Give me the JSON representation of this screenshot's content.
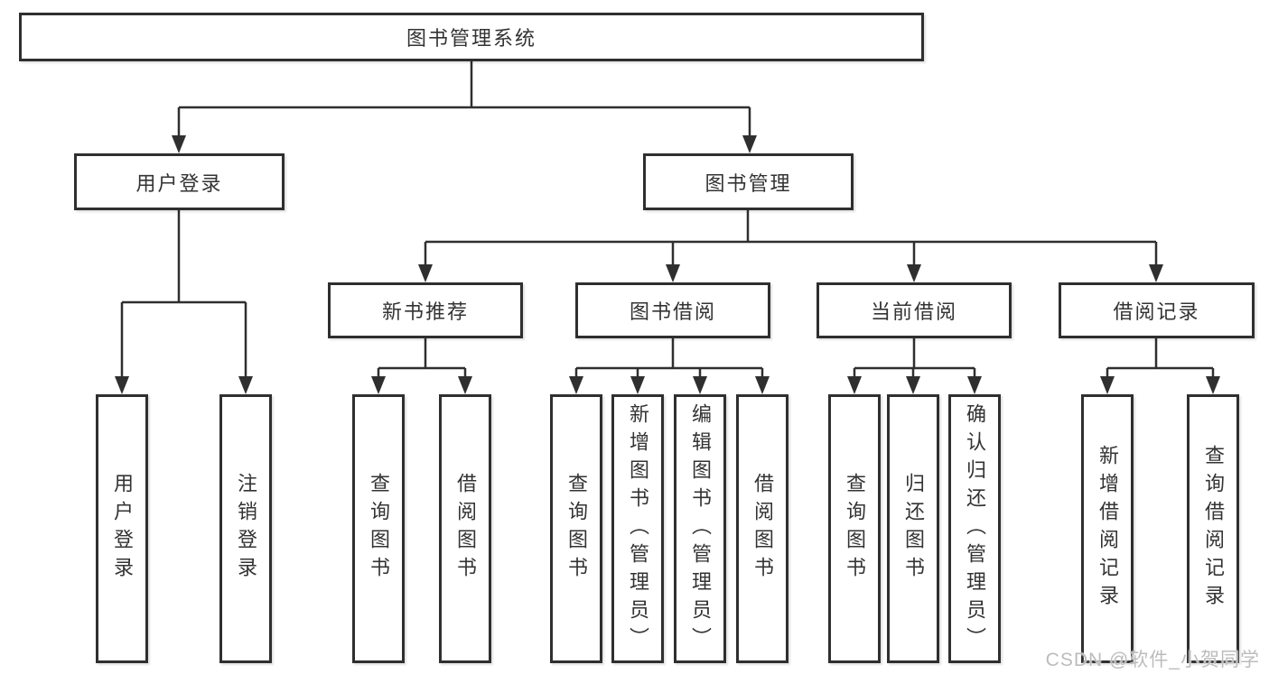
{
  "title": "图书管理系统",
  "colors": {
    "line": "#2f2f2f",
    "border": "#2f2f2f",
    "text": "#333333",
    "background": "#ffffff",
    "watermark": "#bcbcbc"
  },
  "tree": {
    "label": "图书管理系统",
    "children": [
      {
        "label": "用户登录",
        "children": [
          {
            "label": "用户登录"
          },
          {
            "label": "注销登录"
          }
        ]
      },
      {
        "label": "图书管理",
        "children": [
          {
            "label": "新书推荐",
            "children": [
              {
                "label": "查询图书"
              },
              {
                "label": "借阅图书"
              }
            ]
          },
          {
            "label": "图书借阅",
            "children": [
              {
                "label": "查询图书"
              },
              {
                "label": "新增图书（管理员）"
              },
              {
                "label": "编辑图书（管理员）"
              },
              {
                "label": "借阅图书"
              }
            ]
          },
          {
            "label": "当前借阅",
            "children": [
              {
                "label": "查询图书"
              },
              {
                "label": "归还图书"
              },
              {
                "label": "确认归还（管理员）"
              }
            ]
          },
          {
            "label": "借阅记录",
            "children": [
              {
                "label": "新增借阅记录"
              },
              {
                "label": "查询借阅记录"
              }
            ]
          }
        ]
      }
    ]
  },
  "watermark": {
    "text": "CSDN @软件_小贺同学"
  }
}
